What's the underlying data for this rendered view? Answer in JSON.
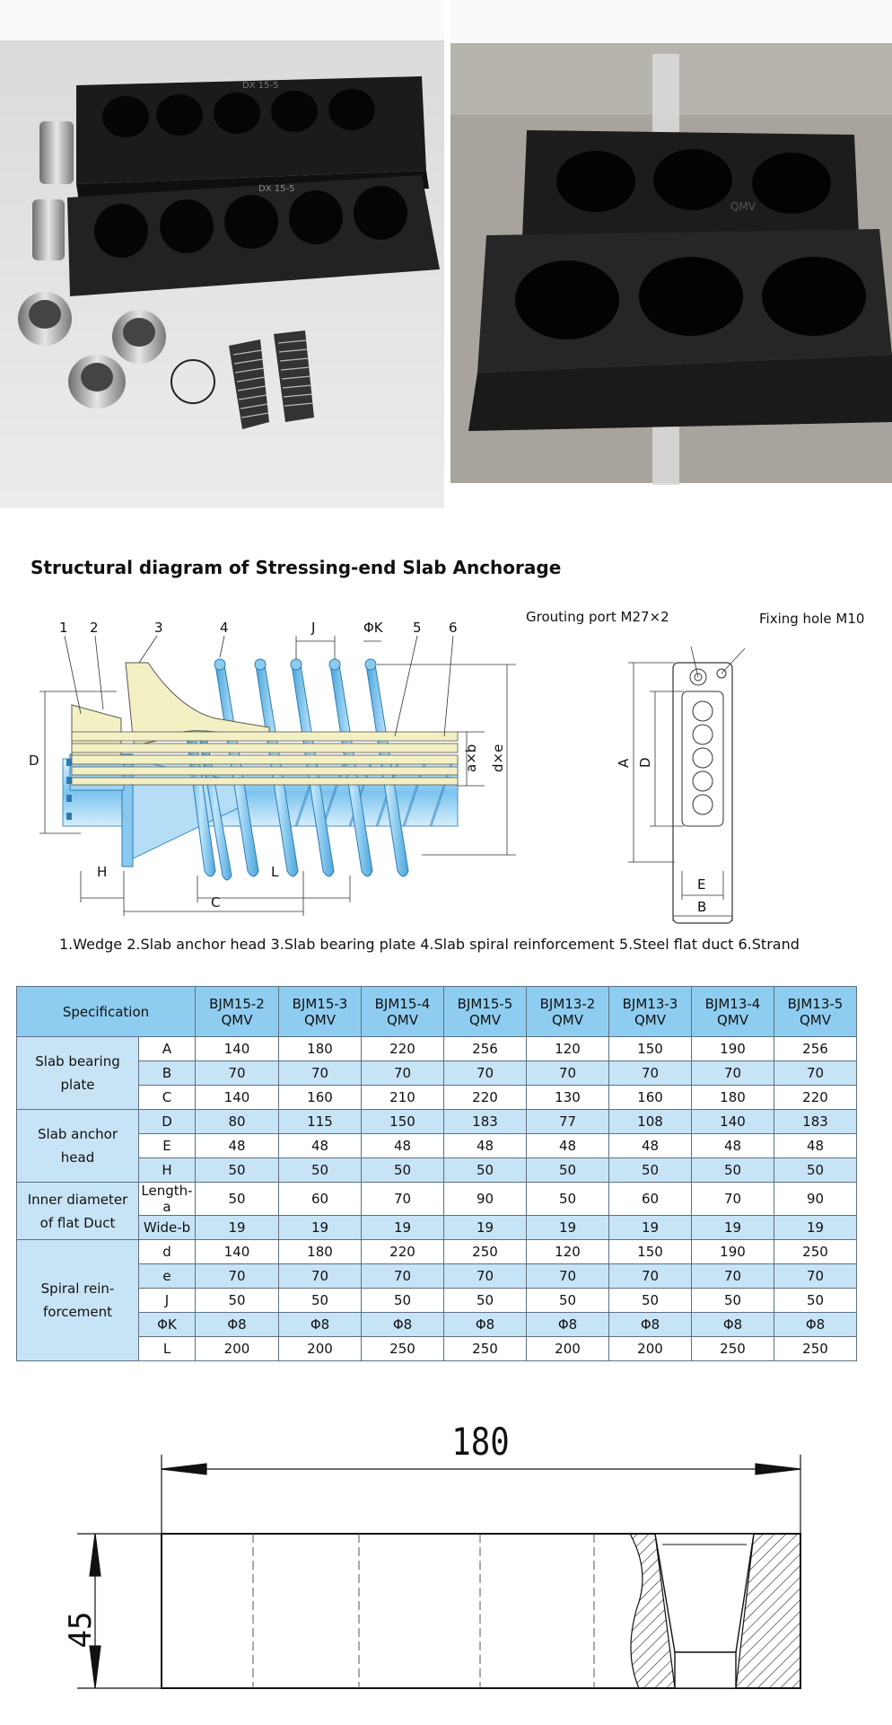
{
  "title": "Structural diagram of Stressing-end Slab Anchorage",
  "photo_left": {
    "plate_marking_top": "DX 15-5",
    "plate_marking_bottom": "DX 15-5"
  },
  "photo_right": {
    "plate_marking": "QMV"
  },
  "diagram": {
    "labels": {
      "n1": "1",
      "n2": "2",
      "n3": "3",
      "n4": "4",
      "J": "J",
      "phiK": "ΦK",
      "n5": "5",
      "n6": "6",
      "D": "D",
      "axb": "a×b",
      "dxe": "d×e",
      "H": "H",
      "L": "L",
      "C": "C"
    },
    "front": {
      "grouting": "Grouting port M27×2",
      "fixing": "Fixing hole M10",
      "A": "A",
      "D": "D",
      "E": "E",
      "B": "B"
    }
  },
  "legend": "1.Wedge  2.Slab anchor head  3.Slab bearing plate  4.Slab spiral reinforcement  5.Steel flat duct 6.Strand",
  "table": {
    "header_label": "Specification",
    "columns": [
      {
        "line1": "BJM15-2",
        "line2": "QMV"
      },
      {
        "line1": "BJM15-3",
        "line2": "QMV"
      },
      {
        "line1": "BJM15-4",
        "line2": "QMV"
      },
      {
        "line1": "BJM15-5",
        "line2": "QMV"
      },
      {
        "line1": "BJM13-2",
        "line2": "QMV"
      },
      {
        "line1": "BJM13-3",
        "line2": "QMV"
      },
      {
        "line1": "BJM13-4",
        "line2": "QMV"
      },
      {
        "line1": "BJM13-5",
        "line2": "QMV"
      }
    ],
    "groups": [
      {
        "line1": "Slab bearing",
        "line2": "plate"
      },
      {
        "line1": "Slab anchor",
        "line2": "head"
      },
      {
        "line1": "Inner diameter",
        "line2": "of flat Duct"
      },
      {
        "line1": "Spiral rein-",
        "line2": "forcement"
      }
    ],
    "rows": [
      {
        "sub": "A",
        "values": [
          "140",
          "180",
          "220",
          "256",
          "120",
          "150",
          "190",
          "256"
        ]
      },
      {
        "sub": "B",
        "values": [
          "70",
          "70",
          "70",
          "70",
          "70",
          "70",
          "70",
          "70"
        ]
      },
      {
        "sub": "C",
        "values": [
          "140",
          "160",
          "210",
          "220",
          "130",
          "160",
          "180",
          "220"
        ]
      },
      {
        "sub": "D",
        "values": [
          "80",
          "115",
          "150",
          "183",
          "77",
          "108",
          "140",
          "183"
        ]
      },
      {
        "sub": "E",
        "values": [
          "48",
          "48",
          "48",
          "48",
          "48",
          "48",
          "48",
          "48"
        ]
      },
      {
        "sub": "H",
        "values": [
          "50",
          "50",
          "50",
          "50",
          "50",
          "50",
          "50",
          "50"
        ]
      },
      {
        "sub": "Length-a",
        "values": [
          "50",
          "60",
          "70",
          "90",
          "50",
          "60",
          "70",
          "90"
        ]
      },
      {
        "sub": "Wide-b",
        "values": [
          "19",
          "19",
          "19",
          "19",
          "19",
          "19",
          "19",
          "19"
        ]
      },
      {
        "sub": "d",
        "values": [
          "140",
          "180",
          "220",
          "250",
          "120",
          "150",
          "190",
          "250"
        ]
      },
      {
        "sub": "e",
        "values": [
          "70",
          "70",
          "70",
          "70",
          "70",
          "70",
          "70",
          "70"
        ]
      },
      {
        "sub": "J",
        "values": [
          "50",
          "50",
          "50",
          "50",
          "50",
          "50",
          "50",
          "50"
        ]
      },
      {
        "sub": "ΦK",
        "values": [
          "Φ8",
          "Φ8",
          "Φ8",
          "Φ8",
          "Φ8",
          "Φ8",
          "Φ8",
          "Φ8"
        ]
      },
      {
        "sub": "L",
        "values": [
          "200",
          "200",
          "250",
          "250",
          "200",
          "200",
          "250",
          "250"
        ]
      }
    ]
  },
  "bottom_drawing": {
    "length": "180",
    "height": "45"
  }
}
